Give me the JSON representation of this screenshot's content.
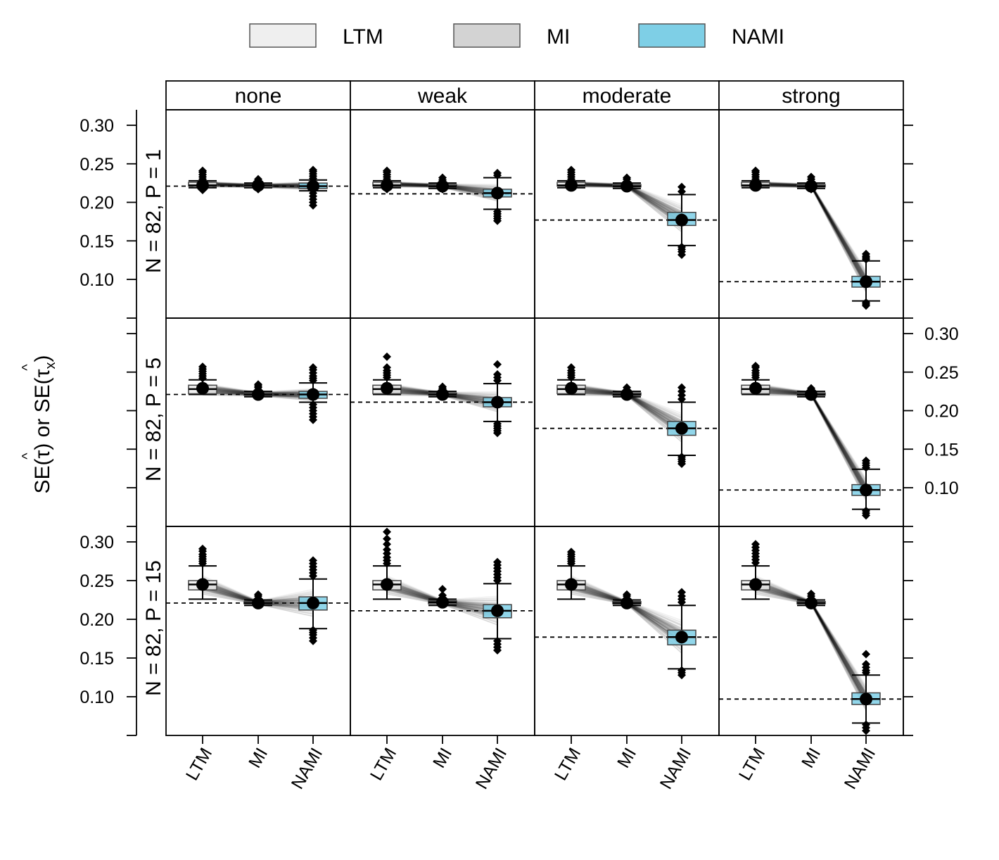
{
  "chart_data": {
    "type": "box",
    "legend": {
      "placement": "top",
      "items": [
        {
          "label": "LTM",
          "color": "#efefef"
        },
        {
          "label": "MI",
          "color": "#d3d3d3"
        },
        {
          "label": "NAMI",
          "color": "#7ecfe6"
        }
      ]
    },
    "ylabel": "SE(τ̂) or SE(τ̂x)",
    "y_title": {
      "main": "SE(",
      "tau": "τ",
      "close": ") or SE(",
      "tau_x": "τ",
      "sub": "x",
      "end": ")",
      "hat": "^"
    },
    "ylim": [
      0.05,
      0.32
    ],
    "y_ticks": [
      0.1,
      0.15,
      0.2,
      0.25,
      0.3
    ],
    "y_tick_labels": [
      "0.10",
      "0.15",
      "0.20",
      "0.25",
      "0.30"
    ],
    "columns": [
      "none",
      "weak",
      "moderate",
      "strong"
    ],
    "rows": [
      "N = 82, P = 1",
      "N = 82, P = 5",
      "N = 82, P = 15"
    ],
    "categories": [
      "LTM",
      "MI",
      "NAMI"
    ],
    "reference_lines": [
      0.221,
      0.211,
      0.177,
      0.097
    ],
    "panels": [
      [
        {
          "ref": 0.221,
          "boxes": [
            {
              "q1": 0.221,
              "median": 0.222,
              "q3": 0.226,
              "lo": 0.219,
              "hi": 0.228,
              "mean": 0.222,
              "outliers": [
                0.23,
                0.233,
                0.236,
                0.239,
                0.241,
                0.216,
                0.218
              ]
            },
            {
              "q1": 0.22,
              "median": 0.222,
              "q3": 0.223,
              "lo": 0.219,
              "hi": 0.225,
              "mean": 0.222,
              "outliers": [
                0.226,
                0.228,
                0.23,
                0.218,
                0.217
              ]
            },
            {
              "q1": 0.218,
              "median": 0.221,
              "q3": 0.225,
              "lo": 0.215,
              "hi": 0.229,
              "mean": 0.221,
              "outliers": [
                0.231,
                0.234,
                0.237,
                0.24,
                0.242,
                0.212,
                0.208,
                0.204,
                0.2,
                0.196
              ]
            }
          ]
        },
        {
          "ref": 0.211,
          "boxes": [
            {
              "q1": 0.221,
              "median": 0.222,
              "q3": 0.226,
              "lo": 0.219,
              "hi": 0.228,
              "mean": 0.222,
              "outliers": [
                0.23,
                0.233,
                0.236,
                0.239,
                0.241,
                0.217
              ]
            },
            {
              "q1": 0.22,
              "median": 0.221,
              "q3": 0.223,
              "lo": 0.218,
              "hi": 0.225,
              "mean": 0.221,
              "outliers": [
                0.226,
                0.229,
                0.232,
                0.217
              ]
            },
            {
              "q1": 0.207,
              "median": 0.212,
              "q3": 0.217,
              "lo": 0.191,
              "hi": 0.232,
              "mean": 0.212,
              "outliers": [
                0.235,
                0.238,
                0.188,
                0.185,
                0.182,
                0.179,
                0.176
              ]
            }
          ]
        },
        {
          "ref": 0.177,
          "boxes": [
            {
              "q1": 0.221,
              "median": 0.222,
              "q3": 0.226,
              "lo": 0.219,
              "hi": 0.228,
              "mean": 0.222,
              "outliers": [
                0.23,
                0.233,
                0.236,
                0.239,
                0.242
              ]
            },
            {
              "q1": 0.22,
              "median": 0.221,
              "q3": 0.223,
              "lo": 0.218,
              "hi": 0.225,
              "mean": 0.221,
              "outliers": [
                0.227,
                0.23,
                0.232
              ]
            },
            {
              "q1": 0.17,
              "median": 0.177,
              "q3": 0.187,
              "lo": 0.144,
              "hi": 0.21,
              "mean": 0.177,
              "outliers": [
                0.214,
                0.22,
                0.142,
                0.139,
                0.136,
                0.132
              ]
            }
          ]
        },
        {
          "ref": 0.097,
          "boxes": [
            {
              "q1": 0.221,
              "median": 0.222,
              "q3": 0.226,
              "lo": 0.219,
              "hi": 0.228,
              "mean": 0.222,
              "outliers": [
                0.23,
                0.233,
                0.236,
                0.239,
                0.241
              ]
            },
            {
              "q1": 0.22,
              "median": 0.221,
              "q3": 0.223,
              "lo": 0.218,
              "hi": 0.225,
              "mean": 0.221,
              "outliers": [
                0.227,
                0.23,
                0.233,
                0.217
              ]
            },
            {
              "q1": 0.09,
              "median": 0.097,
              "q3": 0.104,
              "lo": 0.072,
              "hi": 0.124,
              "mean": 0.097,
              "outliers": [
                0.126,
                0.128,
                0.13,
                0.133,
                0.07,
                0.068,
                0.066
              ]
            }
          ]
        }
      ],
      [
        {
          "ref": 0.221,
          "boxes": [
            {
              "q1": 0.222,
              "median": 0.228,
              "q3": 0.233,
              "lo": 0.221,
              "hi": 0.24,
              "mean": 0.229,
              "outliers": [
                0.242,
                0.245,
                0.248,
                0.251,
                0.254,
                0.257
              ]
            },
            {
              "q1": 0.22,
              "median": 0.221,
              "q3": 0.223,
              "lo": 0.218,
              "hi": 0.225,
              "mean": 0.221,
              "outliers": [
                0.227,
                0.23,
                0.232,
                0.234
              ]
            },
            {
              "q1": 0.216,
              "median": 0.221,
              "q3": 0.225,
              "lo": 0.211,
              "hi": 0.236,
              "mean": 0.221,
              "outliers": [
                0.239,
                0.242,
                0.245,
                0.249,
                0.253,
                0.256,
                0.208,
                0.204,
                0.2,
                0.196,
                0.192,
                0.188
              ]
            }
          ]
        },
        {
          "ref": 0.211,
          "boxes": [
            {
              "q1": 0.222,
              "median": 0.228,
              "q3": 0.233,
              "lo": 0.221,
              "hi": 0.24,
              "mean": 0.229,
              "outliers": [
                0.243,
                0.246,
                0.249,
                0.252,
                0.256,
                0.27
              ]
            },
            {
              "q1": 0.22,
              "median": 0.221,
              "q3": 0.223,
              "lo": 0.218,
              "hi": 0.225,
              "mean": 0.221,
              "outliers": [
                0.227,
                0.229,
                0.231
              ]
            },
            {
              "q1": 0.205,
              "median": 0.211,
              "q3": 0.217,
              "lo": 0.186,
              "hi": 0.235,
              "mean": 0.211,
              "outliers": [
                0.239,
                0.243,
                0.247,
                0.26,
                0.183,
                0.18,
                0.177,
                0.174,
                0.171
              ]
            }
          ]
        },
        {
          "ref": 0.177,
          "boxes": [
            {
              "q1": 0.222,
              "median": 0.228,
              "q3": 0.233,
              "lo": 0.221,
              "hi": 0.24,
              "mean": 0.229,
              "outliers": [
                0.243,
                0.246,
                0.249,
                0.252,
                0.256
              ]
            },
            {
              "q1": 0.22,
              "median": 0.221,
              "q3": 0.223,
              "lo": 0.218,
              "hi": 0.225,
              "mean": 0.221,
              "outliers": [
                0.227,
                0.23
              ]
            },
            {
              "q1": 0.168,
              "median": 0.177,
              "q3": 0.186,
              "lo": 0.142,
              "hi": 0.211,
              "mean": 0.177,
              "outliers": [
                0.215,
                0.22,
                0.225,
                0.23,
                0.14,
                0.137,
                0.134,
                0.131
              ]
            }
          ]
        },
        {
          "ref": 0.097,
          "boxes": [
            {
              "q1": 0.222,
              "median": 0.228,
              "q3": 0.233,
              "lo": 0.221,
              "hi": 0.24,
              "mean": 0.229,
              "outliers": [
                0.243,
                0.246,
                0.249,
                0.252,
                0.256,
                0.258
              ]
            },
            {
              "q1": 0.22,
              "median": 0.221,
              "q3": 0.223,
              "lo": 0.218,
              "hi": 0.225,
              "mean": 0.221,
              "outliers": [
                0.227,
                0.229
              ]
            },
            {
              "q1": 0.09,
              "median": 0.097,
              "q3": 0.104,
              "lo": 0.072,
              "hi": 0.124,
              "mean": 0.097,
              "outliers": [
                0.126,
                0.129,
                0.132,
                0.135,
                0.07,
                0.067,
                0.064
              ]
            }
          ]
        }
      ],
      [
        {
          "ref": 0.221,
          "boxes": [
            {
              "q1": 0.238,
              "median": 0.245,
              "q3": 0.25,
              "lo": 0.226,
              "hi": 0.269,
              "mean": 0.245,
              "outliers": [
                0.272,
                0.275,
                0.278,
                0.281,
                0.284,
                0.288,
                0.291
              ]
            },
            {
              "q1": 0.22,
              "median": 0.221,
              "q3": 0.223,
              "lo": 0.218,
              "hi": 0.225,
              "mean": 0.221,
              "outliers": [
                0.227,
                0.23,
                0.232
              ]
            },
            {
              "q1": 0.212,
              "median": 0.221,
              "q3": 0.229,
              "lo": 0.188,
              "hi": 0.252,
              "mean": 0.221,
              "outliers": [
                0.256,
                0.26,
                0.264,
                0.268,
                0.272,
                0.276,
                0.186,
                0.183,
                0.18,
                0.176,
                0.172
              ]
            }
          ]
        },
        {
          "ref": 0.211,
          "boxes": [
            {
              "q1": 0.238,
              "median": 0.245,
              "q3": 0.25,
              "lo": 0.226,
              "hi": 0.269,
              "mean": 0.245,
              "outliers": [
                0.272,
                0.276,
                0.28,
                0.285,
                0.29,
                0.297,
                0.304,
                0.313
              ]
            },
            {
              "q1": 0.22,
              "median": 0.222,
              "q3": 0.224,
              "lo": 0.218,
              "hi": 0.226,
              "mean": 0.222,
              "outliers": [
                0.228,
                0.231,
                0.239
              ]
            },
            {
              "q1": 0.202,
              "median": 0.211,
              "q3": 0.219,
              "lo": 0.175,
              "hi": 0.246,
              "mean": 0.211,
              "outliers": [
                0.25,
                0.254,
                0.258,
                0.262,
                0.266,
                0.27,
                0.274,
                0.172,
                0.168,
                0.164,
                0.16
              ]
            }
          ]
        },
        {
          "ref": 0.177,
          "boxes": [
            {
              "q1": 0.238,
              "median": 0.245,
              "q3": 0.25,
              "lo": 0.226,
              "hi": 0.269,
              "mean": 0.245,
              "outliers": [
                0.272,
                0.275,
                0.278,
                0.281,
                0.284,
                0.287
              ]
            },
            {
              "q1": 0.22,
              "median": 0.221,
              "q3": 0.223,
              "lo": 0.218,
              "hi": 0.225,
              "mean": 0.221,
              "outliers": [
                0.227,
                0.23,
                0.232
              ]
            },
            {
              "q1": 0.167,
              "median": 0.177,
              "q3": 0.186,
              "lo": 0.136,
              "hi": 0.218,
              "mean": 0.177,
              "outliers": [
                0.222,
                0.226,
                0.23,
                0.235,
                0.134,
                0.131,
                0.128
              ]
            }
          ]
        },
        {
          "ref": 0.097,
          "boxes": [
            {
              "q1": 0.238,
              "median": 0.245,
              "q3": 0.25,
              "lo": 0.226,
              "hi": 0.269,
              "mean": 0.245,
              "outliers": [
                0.273,
                0.277,
                0.281,
                0.285,
                0.289,
                0.293,
                0.297
              ]
            },
            {
              "q1": 0.22,
              "median": 0.221,
              "q3": 0.223,
              "lo": 0.218,
              "hi": 0.225,
              "mean": 0.221,
              "outliers": [
                0.227,
                0.23,
                0.233
              ]
            },
            {
              "q1": 0.09,
              "median": 0.097,
              "q3": 0.105,
              "lo": 0.066,
              "hi": 0.128,
              "mean": 0.097,
              "outliers": [
                0.131,
                0.134,
                0.138,
                0.142,
                0.155,
                0.064,
                0.06,
                0.056
              ]
            }
          ]
        }
      ]
    ]
  }
}
